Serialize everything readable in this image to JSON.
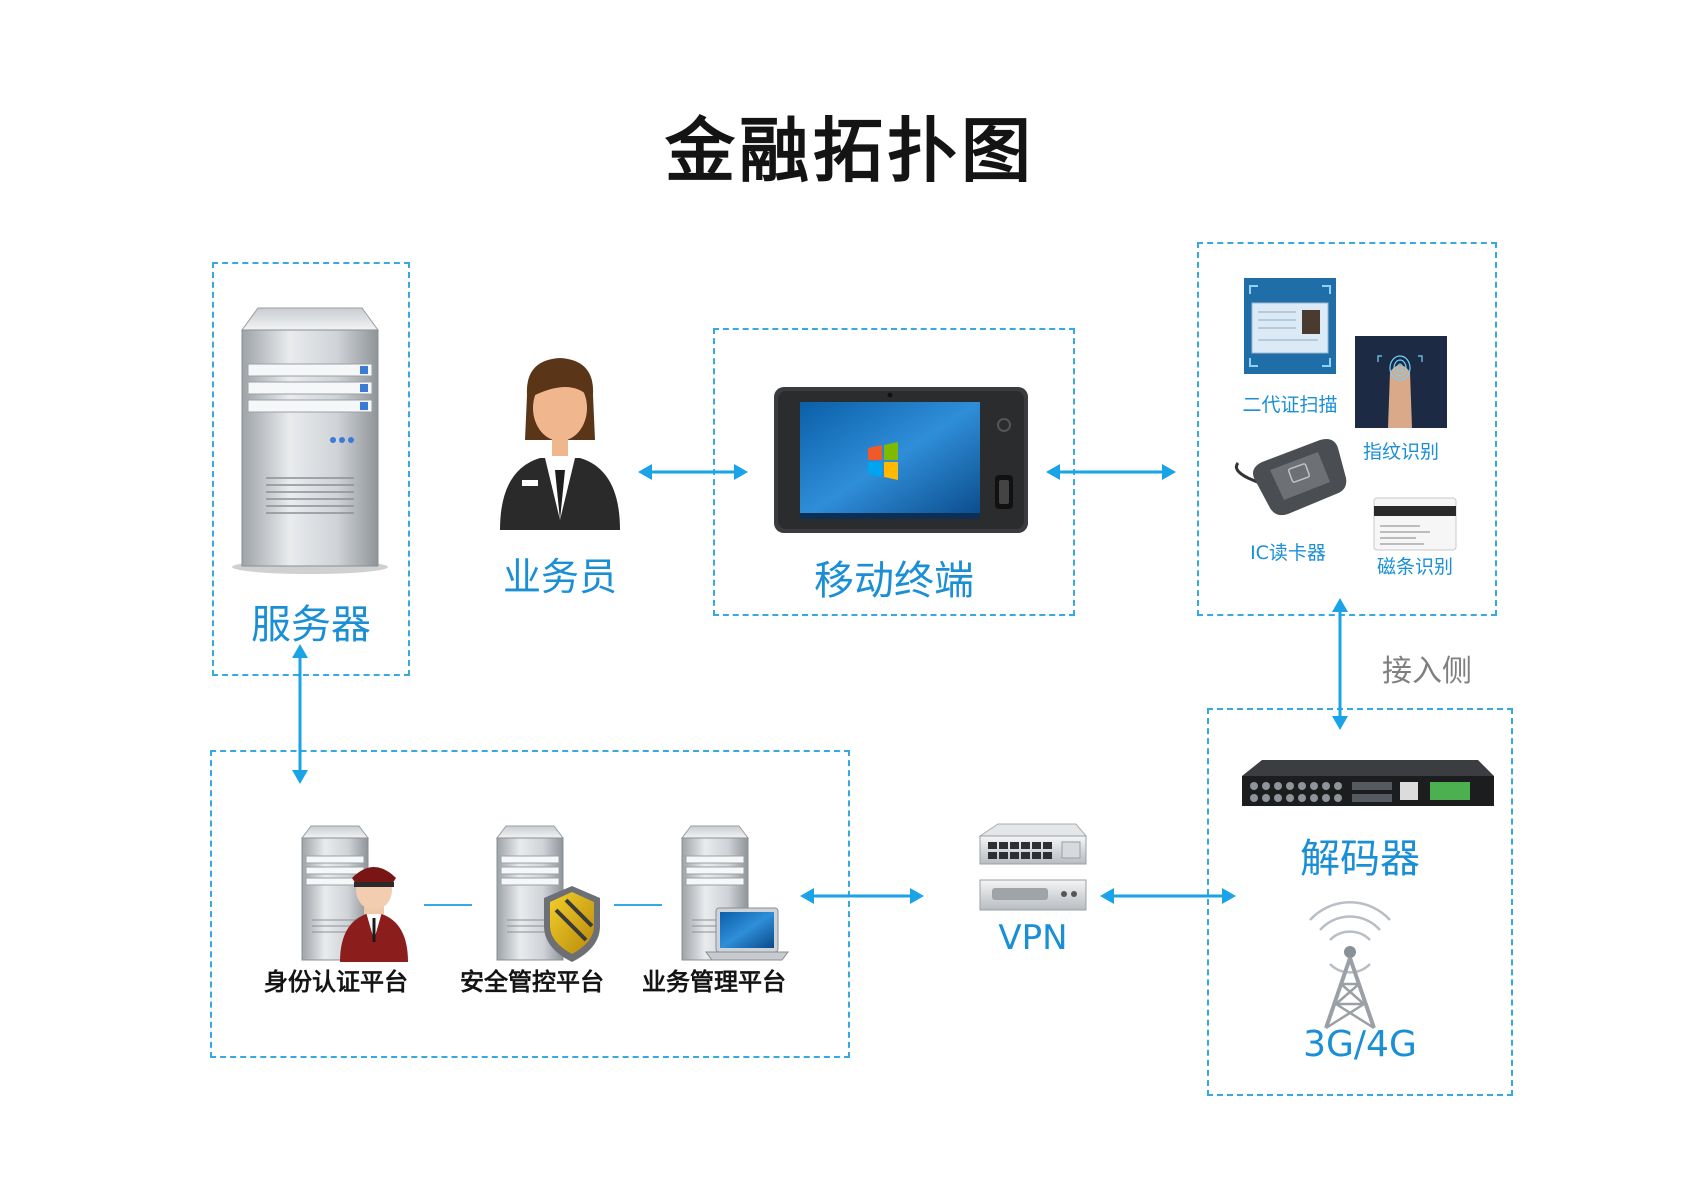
{
  "title": "金融拓扑图",
  "nodes": {
    "server": "服务器",
    "operator": "业务员",
    "mobile_terminal": "移动终端",
    "id_scan": "二代证扫描",
    "fingerprint": "指纹识别",
    "ic_reader": "IC读卡器",
    "magstripe": "磁条识别",
    "access_side": "接入侧",
    "decoder": "解码器",
    "network_3g4g": "3G/4G",
    "vpn": "VPN",
    "identity_platform": "身份认证平台",
    "security_platform": "安全管控平台",
    "business_platform": "业务管理平台"
  },
  "colors": {
    "accent": "#1a8fd6",
    "arrow": "#1aa3e6",
    "dashed_border": "#35a9e0",
    "title": "#141414",
    "secondary_label": "#7f7f7f"
  }
}
